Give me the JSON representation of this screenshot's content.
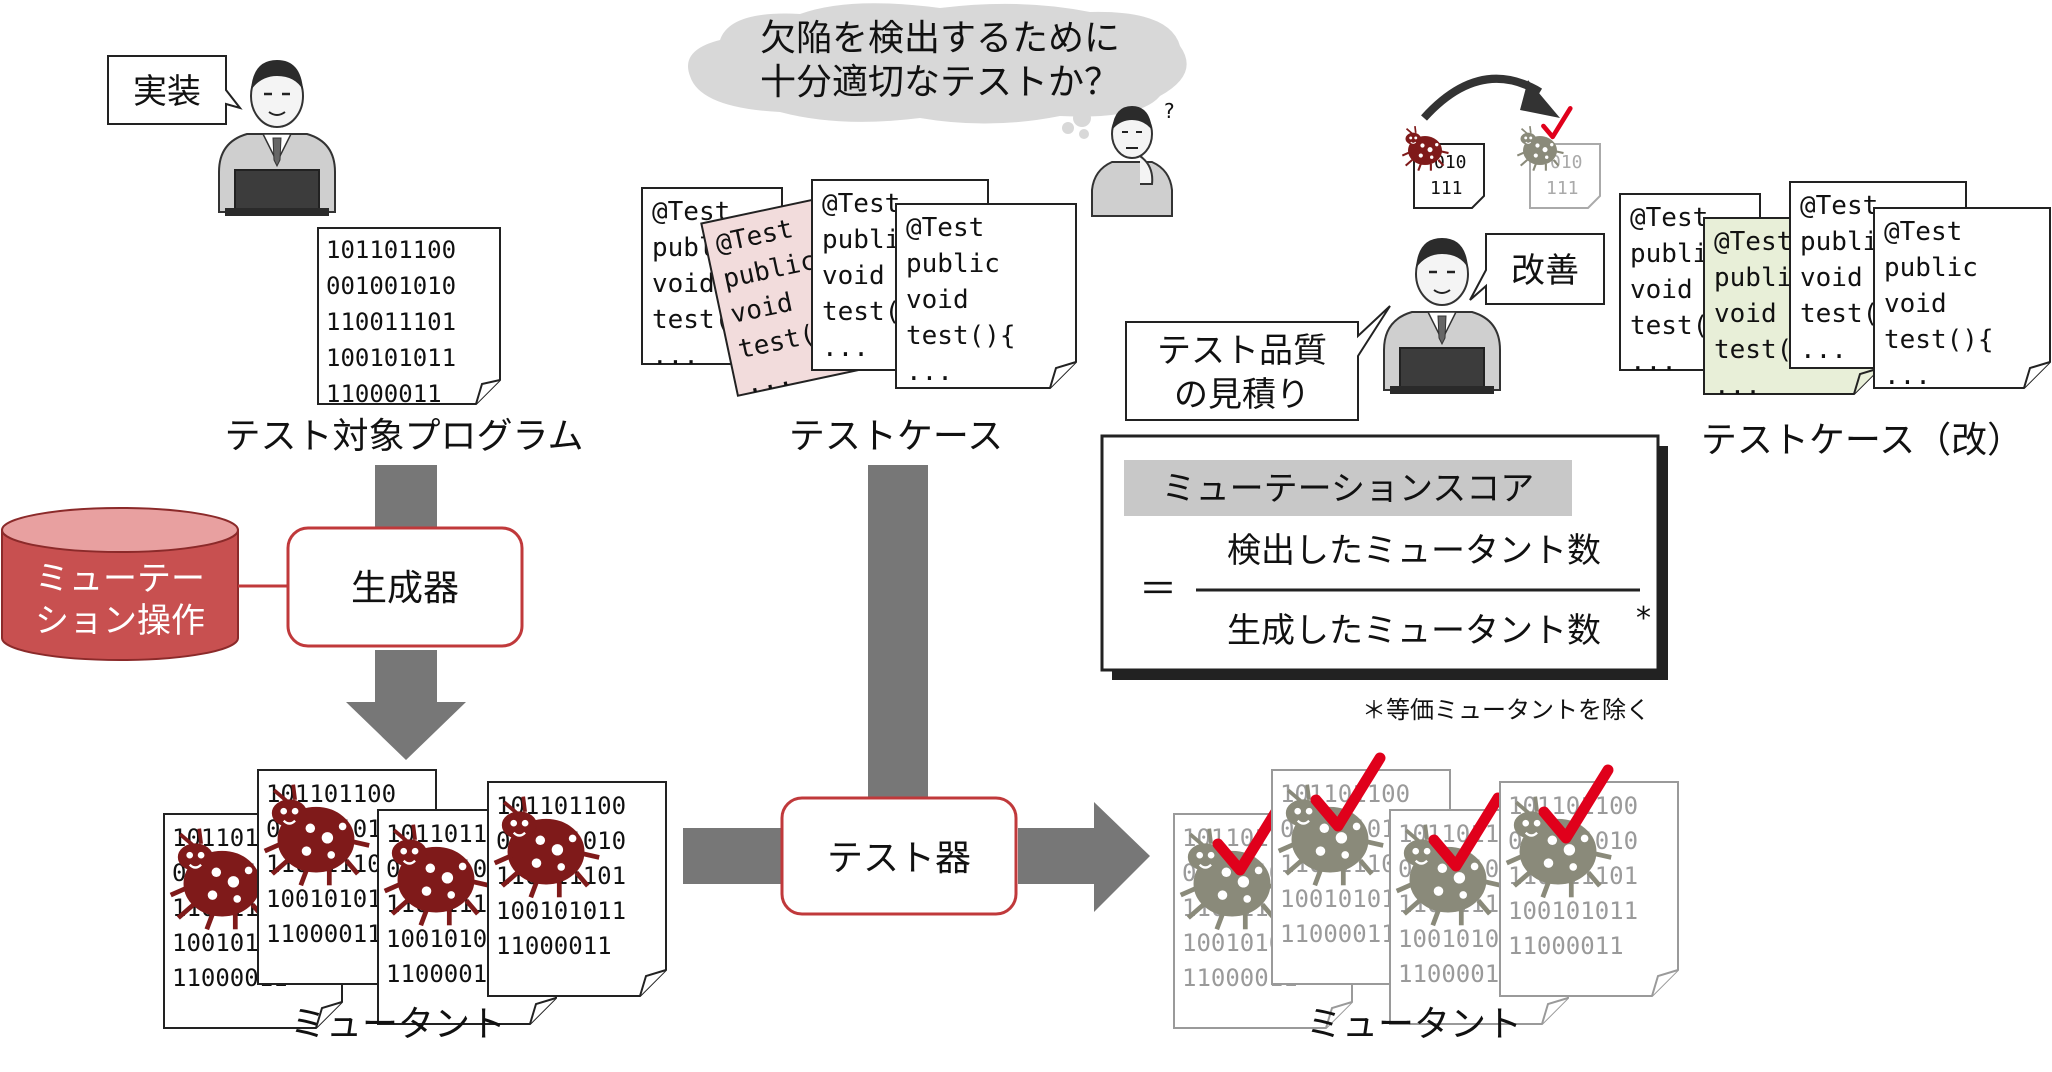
{
  "speech": {
    "implement": "実装",
    "question_line1": "欠陥を検出するために",
    "question_line2": "十分適切なテストか？",
    "question_mark": "?",
    "improve": "改善",
    "estimate_line1": "テスト品質",
    "estimate_line2": "の見積り"
  },
  "labels": {
    "target_program": "テスト対象プログラム",
    "test_cases": "テストケース",
    "test_cases_improved": "テストケース（改）",
    "mutants_left": "ミュータント",
    "mutants_right": "ミュータント"
  },
  "boxes": {
    "generator": "生成器",
    "tester": "テスト器"
  },
  "database": {
    "line1": "ミューテー",
    "line2": "ション操作"
  },
  "formula": {
    "title": "ミューテーションスコア",
    "equals": "＝",
    "numerator": "検出したミュータント数",
    "denominator": "生成したミュータント数",
    "asterisk": "*",
    "footnote": "＊等価ミュータントを除く"
  },
  "binary_lines": [
    "101101100",
    "001001010",
    "110011101",
    "100101011",
    "11000011"
  ],
  "small_binary": [
    "010",
    "111"
  ],
  "test_code_lines": [
    "@Test",
    "public",
    "void",
    "test(){",
    "..."
  ],
  "colors": {
    "bug_red": "#7f1a1a",
    "bug_gray": "#8a8a7a",
    "check_red": "#e0001b",
    "box_border_red": "#c0393b",
    "db_fill": "#c85050",
    "arrow_gray": "#777777",
    "pink_card": "#f2dcdc",
    "green_card": "#e8efd8"
  }
}
